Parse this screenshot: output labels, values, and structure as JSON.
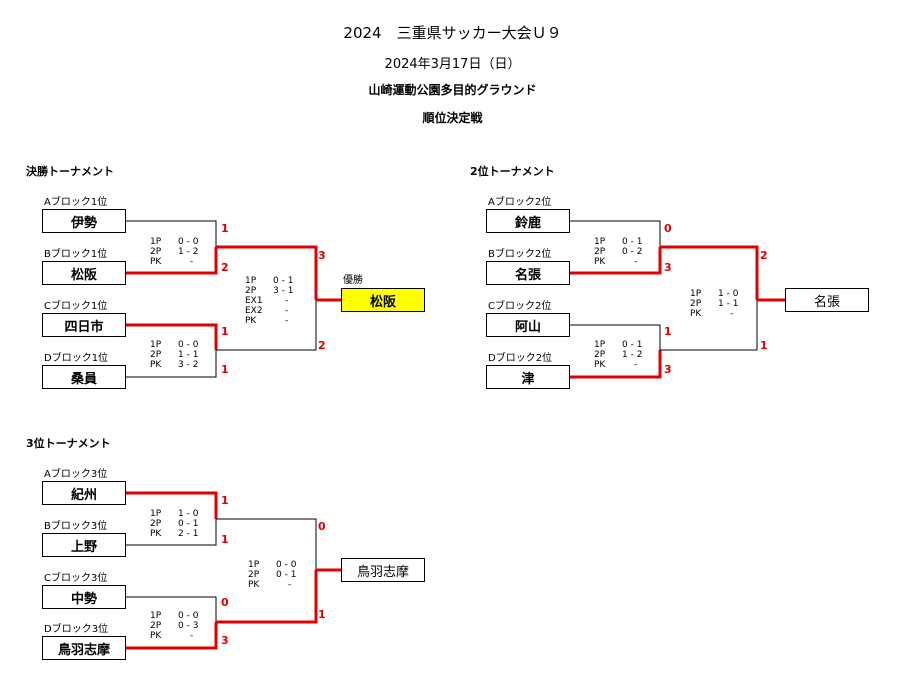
{
  "header": {
    "title": "2024　三重県サッカー大会Ｕ９",
    "date": "2024年3月17日（日）",
    "venue": "山崎運動公園多目的グラウンド",
    "subtitle": "順位決定戦"
  },
  "sections": {
    "final": "決勝トーナメント",
    "second": "2位トーナメント",
    "third": "3位トーナメント"
  },
  "final": {
    "seeds": [
      {
        "label": "Aブロック1位",
        "team": "伊勢"
      },
      {
        "label": "Bブロック1位",
        "team": "松阪"
      },
      {
        "label": "Cブロック1位",
        "team": "四日市"
      },
      {
        "label": "Dブロック1位",
        "team": "桑員"
      }
    ],
    "sf1": {
      "lines": [
        {
          "k": "1P",
          "v": "0 - 0"
        },
        {
          "k": "2P",
          "v": "1 - 2"
        },
        {
          "k": "PK",
          "v": "-"
        }
      ],
      "a": "1",
      "b": "2"
    },
    "sf2": {
      "lines": [
        {
          "k": "1P",
          "v": "0 - 0"
        },
        {
          "k": "2P",
          "v": "1 - 1"
        },
        {
          "k": "PK",
          "v": "3 - 2"
        }
      ],
      "a": "1",
      "b": "1"
    },
    "fin": {
      "lines": [
        {
          "k": "1P",
          "v": "0 - 1"
        },
        {
          "k": "2P",
          "v": "3 - 1"
        },
        {
          "k": "EX1",
          "v": "-"
        },
        {
          "k": "EX2",
          "v": "-"
        },
        {
          "k": "PK",
          "v": "-"
        }
      ],
      "a": "3",
      "b": "2"
    },
    "champion_label": "優勝",
    "winner": "松阪"
  },
  "second": {
    "seeds": [
      {
        "label": "Aブロック2位",
        "team": "鈴鹿"
      },
      {
        "label": "Bブロック2位",
        "team": "名張"
      },
      {
        "label": "Cブロック2位",
        "team": "阿山"
      },
      {
        "label": "Dブロック2位",
        "team": "津"
      }
    ],
    "sf1": {
      "lines": [
        {
          "k": "1P",
          "v": "0 - 1"
        },
        {
          "k": "2P",
          "v": "0 - 2"
        },
        {
          "k": "PK",
          "v": "-"
        }
      ],
      "a": "0",
      "b": "3"
    },
    "sf2": {
      "lines": [
        {
          "k": "1P",
          "v": "0 - 1"
        },
        {
          "k": "2P",
          "v": "1 - 2"
        },
        {
          "k": "PK",
          "v": "-"
        }
      ],
      "a": "1",
      "b": "3"
    },
    "fin": {
      "lines": [
        {
          "k": "1P",
          "v": "1 - 0"
        },
        {
          "k": "2P",
          "v": "1 - 1"
        },
        {
          "k": "PK",
          "v": "-"
        }
      ],
      "a": "2",
      "b": "1"
    },
    "winner": "名張"
  },
  "third": {
    "seeds": [
      {
        "label": "Aブロック3位",
        "team": "紀州"
      },
      {
        "label": "Bブロック3位",
        "team": "上野"
      },
      {
        "label": "Cブロック3位",
        "team": "中勢"
      },
      {
        "label": "Dブロック3位",
        "team": "鳥羽志摩"
      }
    ],
    "sf1": {
      "lines": [
        {
          "k": "1P",
          "v": "1 - 0"
        },
        {
          "k": "2P",
          "v": "0 - 1"
        },
        {
          "k": "PK",
          "v": "2 - 1"
        }
      ],
      "a": "1",
      "b": "1"
    },
    "sf2": {
      "lines": [
        {
          "k": "1P",
          "v": "0 - 0"
        },
        {
          "k": "2P",
          "v": "0 - 3"
        },
        {
          "k": "PK",
          "v": "-"
        }
      ],
      "a": "0",
      "b": "3"
    },
    "fin": {
      "lines": [
        {
          "k": "1P",
          "v": "0 - 0"
        },
        {
          "k": "2P",
          "v": "0 - 1"
        },
        {
          "k": "PK",
          "v": "-"
        }
      ],
      "a": "0",
      "b": "1"
    },
    "winner": "鳥羽志摩"
  },
  "colors": {
    "win_line": "#e00000",
    "champion_bg": "#ffff00"
  }
}
